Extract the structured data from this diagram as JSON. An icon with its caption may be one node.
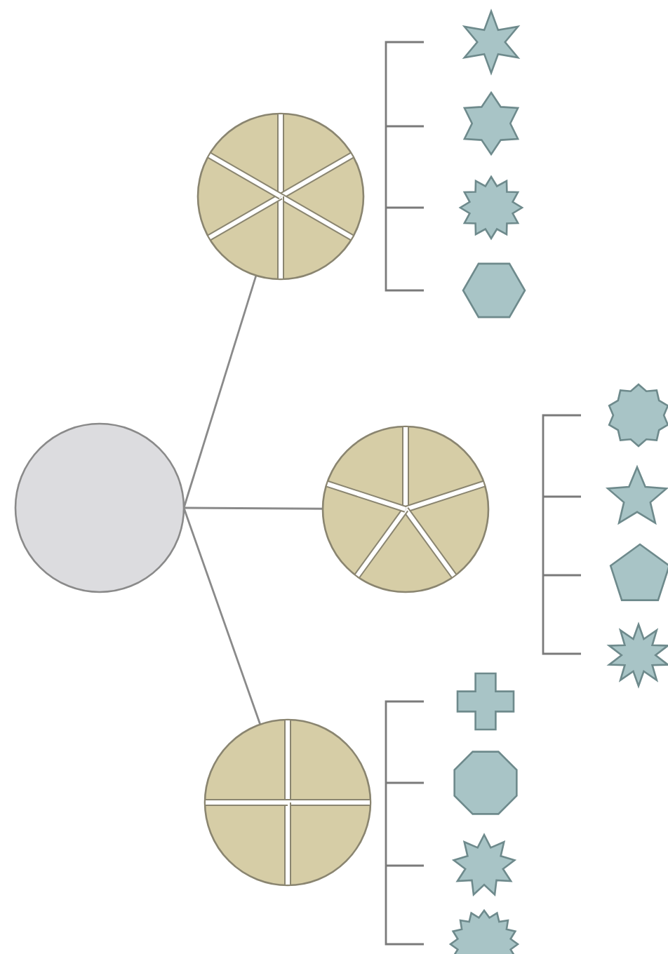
{
  "diagram": {
    "nodes": [
      {
        "text": [],
        "shape": "circle"
      },
      {
        "text": [],
        "shape": "circle"
      },
      {
        "text": [],
        "shape": "circle"
      },
      {
        "text": [],
        "shape": "circle"
      },
      {
        "text": [],
        "shape": "star"
      },
      {
        "text": [],
        "shape": "star"
      },
      {
        "text": [],
        "shape": "star"
      },
      {
        "text": [],
        "shape": "hexagon"
      },
      {
        "text": [],
        "shape": "star"
      },
      {
        "text": [],
        "shape": "star"
      },
      {
        "text": [],
        "shape": "pentagon"
      },
      {
        "text": [],
        "shape": "star"
      },
      {
        "text": [],
        "shape": "cross"
      },
      {
        "text": [],
        "shape": "octagon"
      },
      {
        "text": [],
        "shape": "star"
      },
      {
        "text": [],
        "shape": "star"
      }
    ],
    "edges": [
      {
        "from": 0,
        "to": 1,
        "arrow": "none"
      },
      {
        "from": 0,
        "to": 2,
        "arrow": "none"
      },
      {
        "from": 0,
        "to": 3,
        "arrow": "none"
      }
    ]
  }
}
